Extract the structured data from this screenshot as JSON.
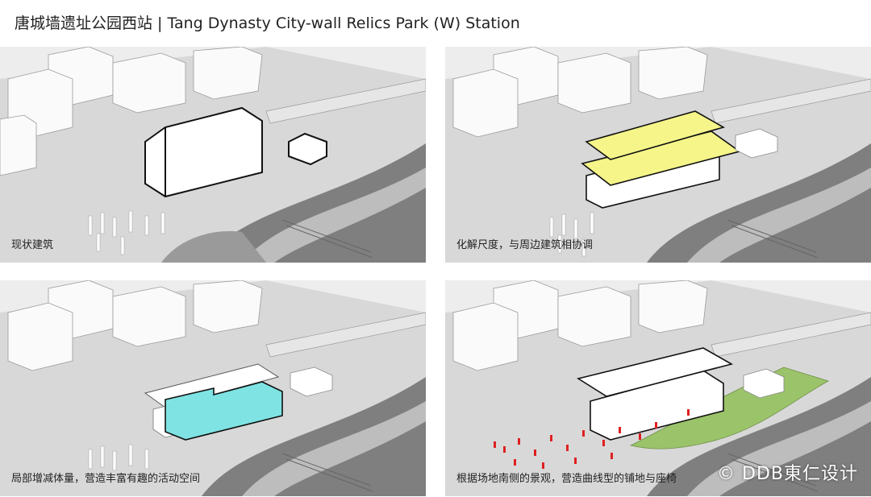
{
  "title": "唐城墙遗址公园西站 | Tang Dynasty City-wall Relics Park (W) Station",
  "panels": [
    {
      "caption": "现状建筑"
    },
    {
      "caption": "化解尺度，与周边建筑相协调"
    },
    {
      "caption": "局部增减体量，营造丰富有趣的活动空间"
    },
    {
      "caption": "根据场地南侧的景观，营造曲线型的铺地与座椅"
    }
  ],
  "watermark": "© DDB東仁设计",
  "colors": {
    "roof_highlight": "#f5f58a",
    "glass_volume": "#7fe3e3",
    "landscape": "#9bc36a",
    "people": "#e02020",
    "ground": "#cfcfcf",
    "road": "#8a8a8a"
  }
}
